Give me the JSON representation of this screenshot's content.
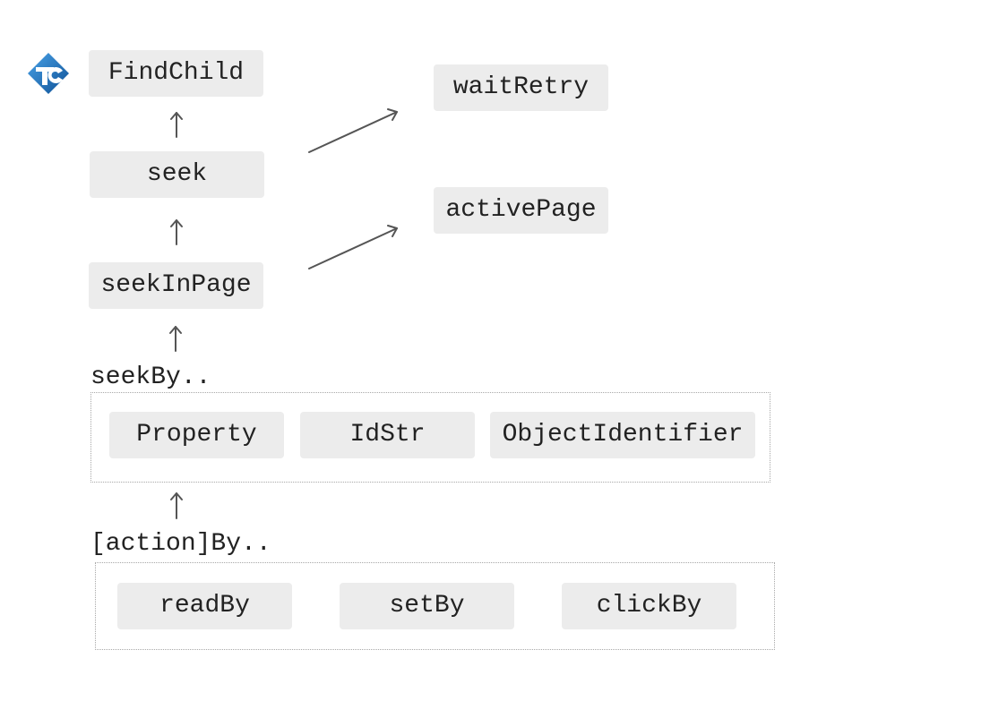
{
  "logo": {
    "name": "tc-logo-icon"
  },
  "nodes": {
    "find_child": "FindChild",
    "seek": "seek",
    "seek_in_page": "seekInPage",
    "wait_retry": "waitRetry",
    "active_page": "activePage"
  },
  "groups": {
    "seek_by": {
      "label": "seekBy..",
      "items": [
        "Property",
        "IdStr",
        "ObjectIdentifier"
      ]
    },
    "action_by": {
      "label": "[action]By..",
      "items": [
        "readBy",
        "setBy",
        "clickBy"
      ]
    }
  },
  "colors": {
    "node_fill": "#ececec",
    "text": "#222222",
    "arrow": "#555555",
    "logo_blue": "#1b73c4"
  }
}
